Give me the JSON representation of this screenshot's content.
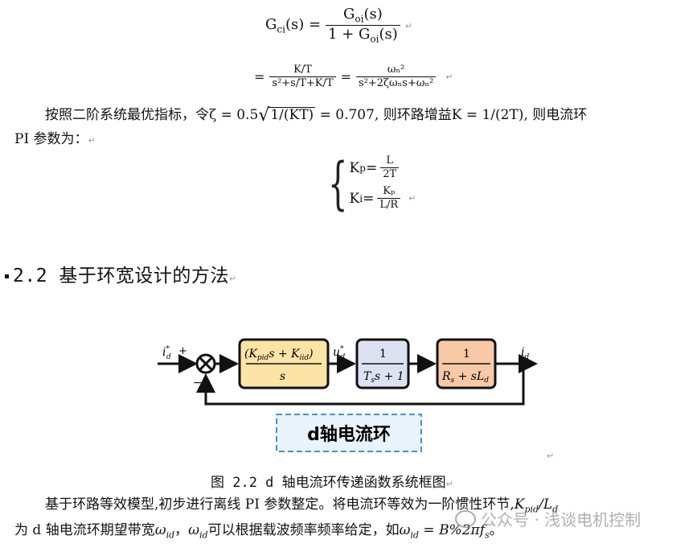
{
  "eq1": {
    "lhs": "Gᶜᵢ(s) =",
    "lhs_main": "G",
    "lhs_sub": "ci",
    "lhs_arg": "(s) =",
    "num_main": "G",
    "num_sub": "oi",
    "num_arg": "(s)",
    "den_prefix": "1 + G",
    "den_sub": "oi",
    "den_arg": "(s)"
  },
  "eq2": {
    "equals": "=",
    "f1_num": "K/T",
    "f1_den": "s²+s/T+K/T",
    "equals2": "=",
    "f2_num": "ωₙ²",
    "f2_den": "s²+2ζωₙs+ωₙ²"
  },
  "para1": {
    "line1_a": "按照二阶系统最优指标，令ζ = 0.5",
    "line1_sqrt": "1/(KT)",
    "line1_b": " = 0.707, 则环路增益K = 1/(2T), 则电流环",
    "line2": "PI 参数为："
  },
  "system": {
    "kp_lhs": "K",
    "kp_sub": "p",
    "kp_eq": " =",
    "kp_num": "L",
    "kp_den": "2T",
    "ki_lhs": "K",
    "ki_sub": "i",
    "ki_eq": " =",
    "ki_num": "Kₚ",
    "ki_den": "L/R"
  },
  "heading": "2.2 基于环宽设计的方法",
  "diagram": {
    "input_label": "i",
    "input_sup": "*",
    "input_sub": "d",
    "plus": "+",
    "minus": "−",
    "block1_num": "(K",
    "block1_num_sub1": "pid",
    "block1_num_mid": "s + K",
    "block1_num_sub2": "iid",
    "block1_num_end": ")",
    "block1_den": "s",
    "mid_label": "u",
    "mid_sup": "*",
    "mid_sub": "d",
    "block2_num": "1",
    "block2_den_a": "T",
    "block2_den_sub": "s",
    "block2_den_b": "s + 1",
    "block3_num": "1",
    "block3_den_a": "R",
    "block3_den_sub1": "s",
    "block3_den_b": " + sL",
    "block3_den_sub2": "d",
    "output_label": "i",
    "output_sub": "d",
    "loop_title": "d轴电流环",
    "colors": {
      "block1": "#fce3a6",
      "block2": "#dde2f3",
      "block3": "#f7c9a7",
      "loop_border": "#4a90c8",
      "loop_fill": "#e9f3fb"
    }
  },
  "caption": "图 2.2 d 轴电流环传递函数系统框图",
  "para2": {
    "line1_a": "基于环路等效模型,初步进行离线 PI 参数整定。将电流环等效为一阶惯性环节,",
    "line1_math": "K",
    "line1_math_sub": "pid",
    "line1_math_b": "/L",
    "line1_math_sub2": "d",
    "line2_a": "为 d 轴电流环期望带宽",
    "line2_w1": "ω",
    "line2_w1_sub": "id",
    "line2_b": "，",
    "line2_w2": "ω",
    "line2_w2_sub": "id",
    "line2_c": "可以根据载波频率频率给定，如",
    "line2_eq": "ω",
    "line2_eq_sub": "id",
    "line2_eq_b": " = B%2πf",
    "line2_eq_sub2": "s",
    "line2_end": "。"
  },
  "watermark": {
    "text": "公众号 · 浅谈电机控制",
    "icon": "wechat-icon"
  },
  "para_mark": "↵"
}
